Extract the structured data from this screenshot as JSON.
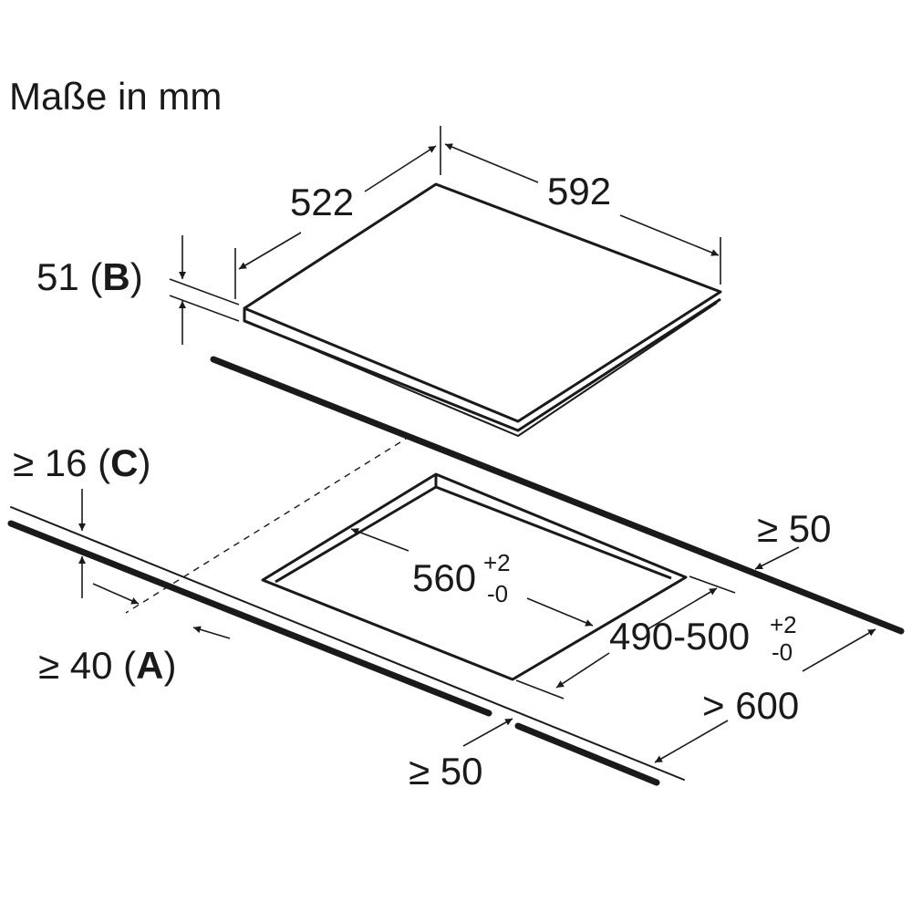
{
  "title": "Maße in mm",
  "hob": {
    "width_label": "592",
    "depth_label": "522",
    "height_label": "51",
    "height_tag": "B"
  },
  "cutout": {
    "width_label": "560",
    "width_tol_plus": "+2",
    "width_tol_minus": "-0",
    "depth_label": "490-500",
    "depth_tol_plus": "+2",
    "depth_tol_minus": "-0"
  },
  "clearances": {
    "geq": "≥",
    "back_label": "50",
    "front_label": "40",
    "front_tag": "A",
    "side_label": "50",
    "worktop_label": "16",
    "worktop_tag": "C",
    "worktop_depth_symbol": ">",
    "worktop_depth_label": "600"
  },
  "colors": {
    "line": "#1a1a1a",
    "background": "#ffffff"
  }
}
